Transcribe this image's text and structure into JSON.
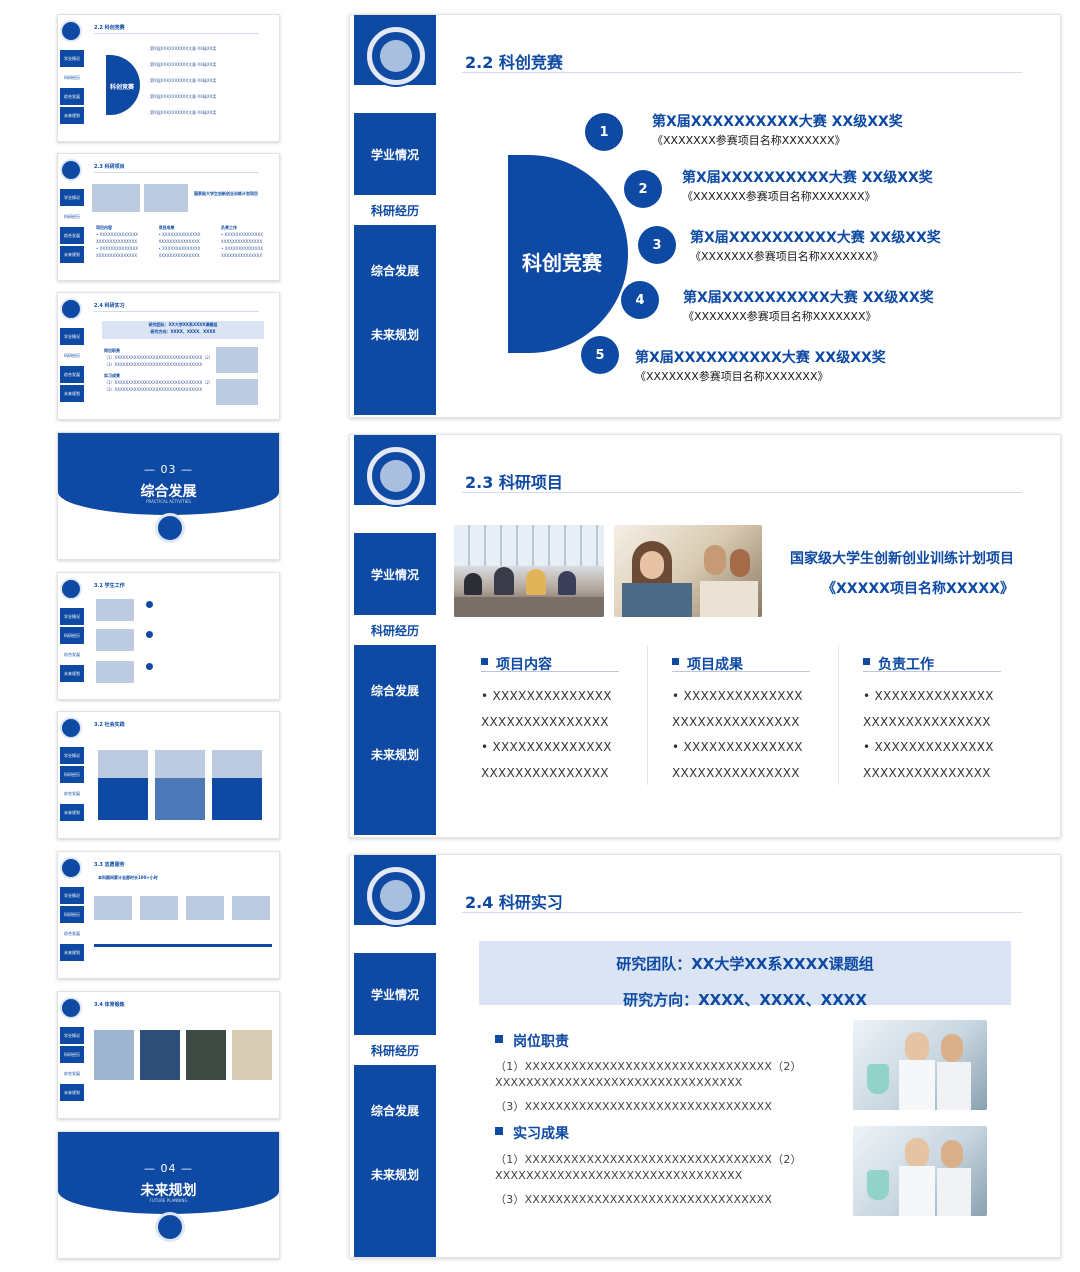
{
  "nav": {
    "tab1": "学业情况",
    "tab2": "科研经历",
    "tab3": "综合发展",
    "tab4": "未来规划"
  },
  "thumb_nav": {
    "t1": "学业情况",
    "t2": "科研经历",
    "t3": "综合发展",
    "t4": "未来规划"
  },
  "thumbs": {
    "s1_title": "2.2 科创竞赛",
    "s1_center": "科创竞赛",
    "s2_title": "2.3 科研项目",
    "s3_title": "2.4 科研实习",
    "sec3_num": "— 03 —",
    "sec3_name": "综合发展",
    "sec3_sub": "PRACTICAL ACTIVITIES",
    "s5_title": "3.1 学生工作",
    "s6_title": "3.2 社会实践",
    "s7_title": "3.3 志愿服务",
    "s7_sub": "本科期间累计志愿时长100+小时",
    "s8_title": "3.4 体育锻炼",
    "sec4_num": "— 04 —",
    "sec4_name": "未来规划",
    "sec4_sub": "FUTURE PLANNING"
  },
  "slide1": {
    "title": "2.2 科创竞赛",
    "center": "科创竞赛",
    "awards": [
      {
        "n": "1",
        "name": "第X届XXXXXXXXXX大赛  XX级XX奖",
        "sub": "《XXXXXXX参赛项目名称XXXXXXX》"
      },
      {
        "n": "2",
        "name": "第X届XXXXXXXXXX大赛  XX级XX奖",
        "sub": "《XXXXXXX参赛项目名称XXXXXXX》"
      },
      {
        "n": "3",
        "name": "第X届XXXXXXXXXX大赛  XX级XX奖",
        "sub": "《XXXXXXX参赛项目名称XXXXXXX》"
      },
      {
        "n": "4",
        "name": "第X届XXXXXXXXXX大赛  XX级XX奖",
        "sub": "《XXXXXXX参赛项目名称XXXXXXX》"
      },
      {
        "n": "5",
        "name": "第X届XXXXXXXXXX大赛  XX级XX奖",
        "sub": "《XXXXXXX参赛项目名称XXXXXXX》"
      }
    ]
  },
  "slide2": {
    "title": "2.3 科研项目",
    "project": "国家级大学生创新创业训练计划项目",
    "project_name": "《XXXXX项目名称XXXXX》",
    "cols": [
      {
        "head": "项目内容",
        "lines": [
          "• XXXXXXXXXXXXXX",
          "XXXXXXXXXXXXXXX",
          "• XXXXXXXXXXXXXX",
          "XXXXXXXXXXXXXXX"
        ]
      },
      {
        "head": "项目成果",
        "lines": [
          "• XXXXXXXXXXXXXX",
          "XXXXXXXXXXXXXXX",
          "• XXXXXXXXXXXXXX",
          "XXXXXXXXXXXXXXX"
        ]
      },
      {
        "head": "负责工作",
        "lines": [
          "• XXXXXXXXXXXXXX",
          "XXXXXXXXXXXXXXX",
          "• XXXXXXXXXXXXXX",
          "XXXXXXXXXXXXXXX"
        ]
      }
    ]
  },
  "slide3": {
    "title": "2.4 科研实习",
    "team": "研究团队：XX大学XX系XXXX课题组",
    "direction": "研究方向：XXXX、XXXX、XXXX",
    "duty_head": "岗位职责",
    "duty": [
      "（1）XXXXXXXXXXXXXXXXXXXXXXXXXXXXXXXX（2）",
      "XXXXXXXXXXXXXXXXXXXXXXXXXXXXXXXX",
      "（3）XXXXXXXXXXXXXXXXXXXXXXXXXXXXXXXX"
    ],
    "result_head": "实习成果",
    "result": [
      "（1）XXXXXXXXXXXXXXXXXXXXXXXXXXXXXXXX（2）",
      "XXXXXXXXXXXXXXXXXXXXXXXXXXXXXXXX",
      "（3）XXXXXXXXXXXXXXXXXXXXXXXXXXXXXXXX"
    ]
  },
  "colors": {
    "brand": "#0e4aa3",
    "panel": "#dbe4f2"
  }
}
